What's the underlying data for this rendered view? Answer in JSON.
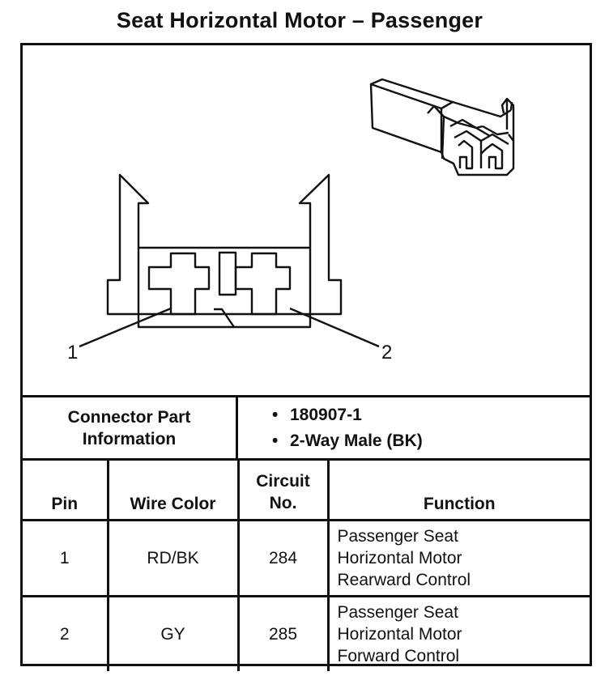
{
  "title": "Seat Horizontal Motor – Passenger",
  "callouts": {
    "pin1": "1",
    "pin2": "2"
  },
  "connector_info": {
    "label_line1": "Connector Part",
    "label_line2": "Information",
    "items": [
      "180907-1",
      "2-Way Male (BK)"
    ],
    "bullet": "•"
  },
  "table": {
    "headers": {
      "pin": "Pin",
      "wire_color": "Wire Color",
      "circuit_line1": "Circuit",
      "circuit_line2": "No.",
      "function": "Function"
    },
    "rows": [
      {
        "pin": "1",
        "wire_color": "RD/BK",
        "circuit": "284",
        "function": [
          "Passenger Seat",
          "Horizontal Motor",
          "Rearward Control"
        ]
      },
      {
        "pin": "2",
        "wire_color": "GY",
        "circuit": "285",
        "function": [
          "Passenger Seat",
          "Horizontal Motor",
          "Forward Control"
        ]
      }
    ]
  }
}
